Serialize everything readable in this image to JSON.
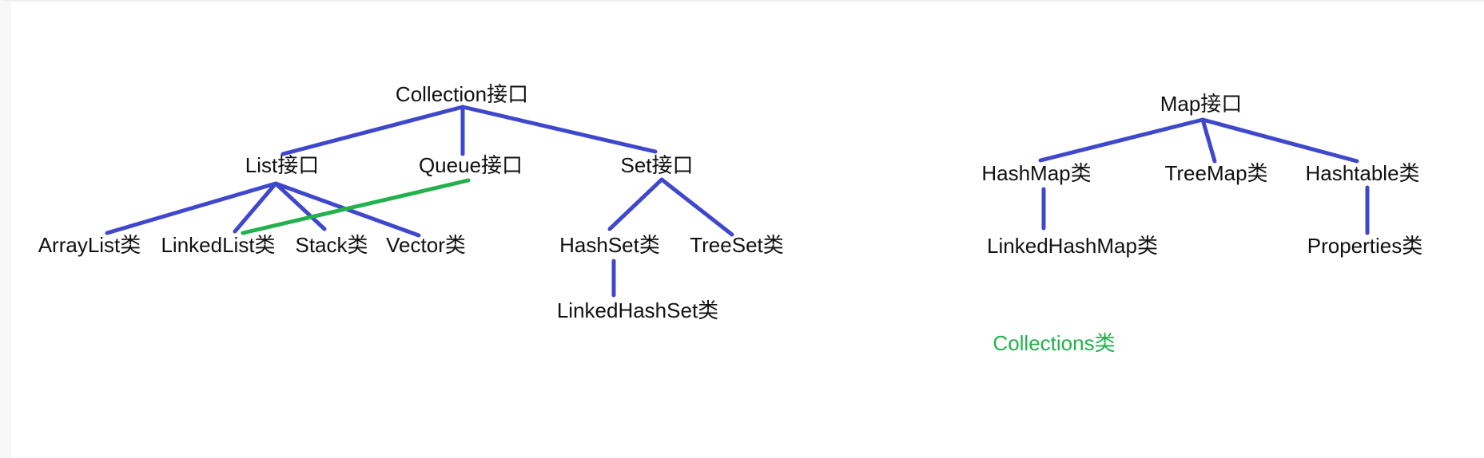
{
  "colors": {
    "edge": "#3f48cc",
    "accent_edge": "#22b14c",
    "accent_text": "#22b14c",
    "text": "#111111"
  },
  "collection_tree": {
    "root": "Collection接口",
    "list": "List接口",
    "queue": "Queue接口",
    "set": "Set接口",
    "arraylist": "ArrayList类",
    "linkedlist": "LinkedList类",
    "stack": "Stack类",
    "vector": "Vector类",
    "hashset": "HashSet类",
    "treeset": "TreeSet类",
    "linkedhashset": "LinkedHashSet类"
  },
  "map_tree": {
    "root": "Map接口",
    "hashmap": "HashMap类",
    "treemap": "TreeMap类",
    "hashtable": "Hashtable类",
    "linkedhashmap": "LinkedHashMap类",
    "properties": "Properties类"
  },
  "utility": {
    "collections": "Collections类"
  }
}
